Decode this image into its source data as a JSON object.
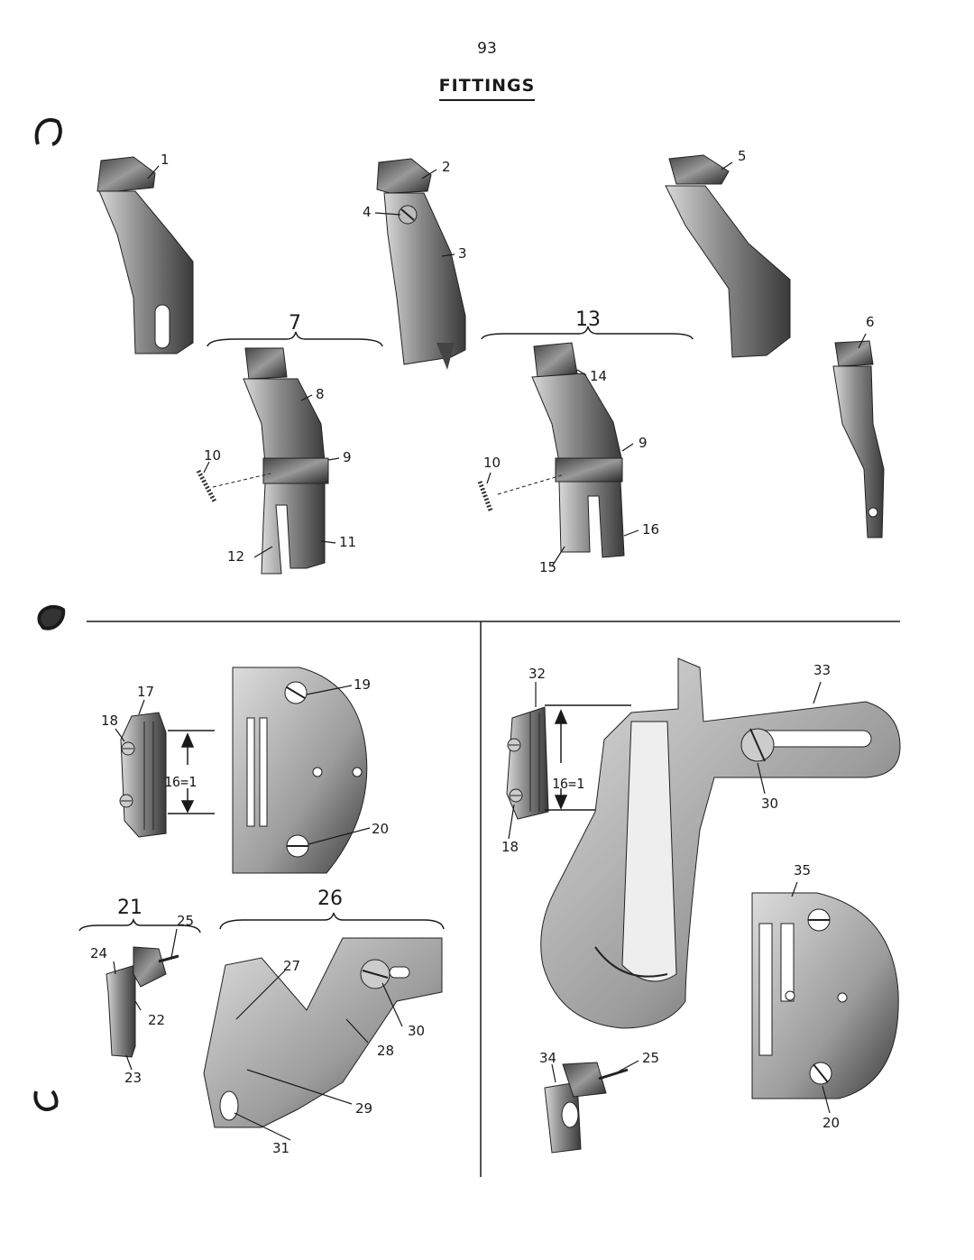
{
  "page": {
    "number": "93",
    "title": "FITTINGS"
  },
  "labels": {
    "l1": "1",
    "l2": "2",
    "l3": "3",
    "l4": "4",
    "l5": "5",
    "l6": "6",
    "l7": "7",
    "l8": "8",
    "l9a": "9",
    "l10a": "10",
    "l11": "11",
    "l12": "12",
    "l13": "13",
    "l14": "14",
    "l9b": "9",
    "l10b": "10",
    "l15": "15",
    "l16": "16",
    "l17": "17",
    "l18a": "18",
    "l19": "19",
    "l20a": "20",
    "ratio_a": "16=1",
    "l21": "21",
    "l22": "22",
    "l23": "23",
    "l24": "24",
    "l25a": "25",
    "l26": "26",
    "l27": "27",
    "l28": "28",
    "l29": "29",
    "l30a": "30",
    "l31": "31",
    "l32": "32",
    "l33": "33",
    "l30b": "30",
    "ratio_b": "16=1",
    "l18b": "18",
    "l34": "34",
    "l25b": "25",
    "l35": "35",
    "l20b": "20"
  },
  "colors": {
    "ink": "#1a1a1a",
    "metal_dark": "#3a3a3a",
    "metal_mid": "#8a8a8a",
    "metal_light": "#cfcfcf"
  }
}
